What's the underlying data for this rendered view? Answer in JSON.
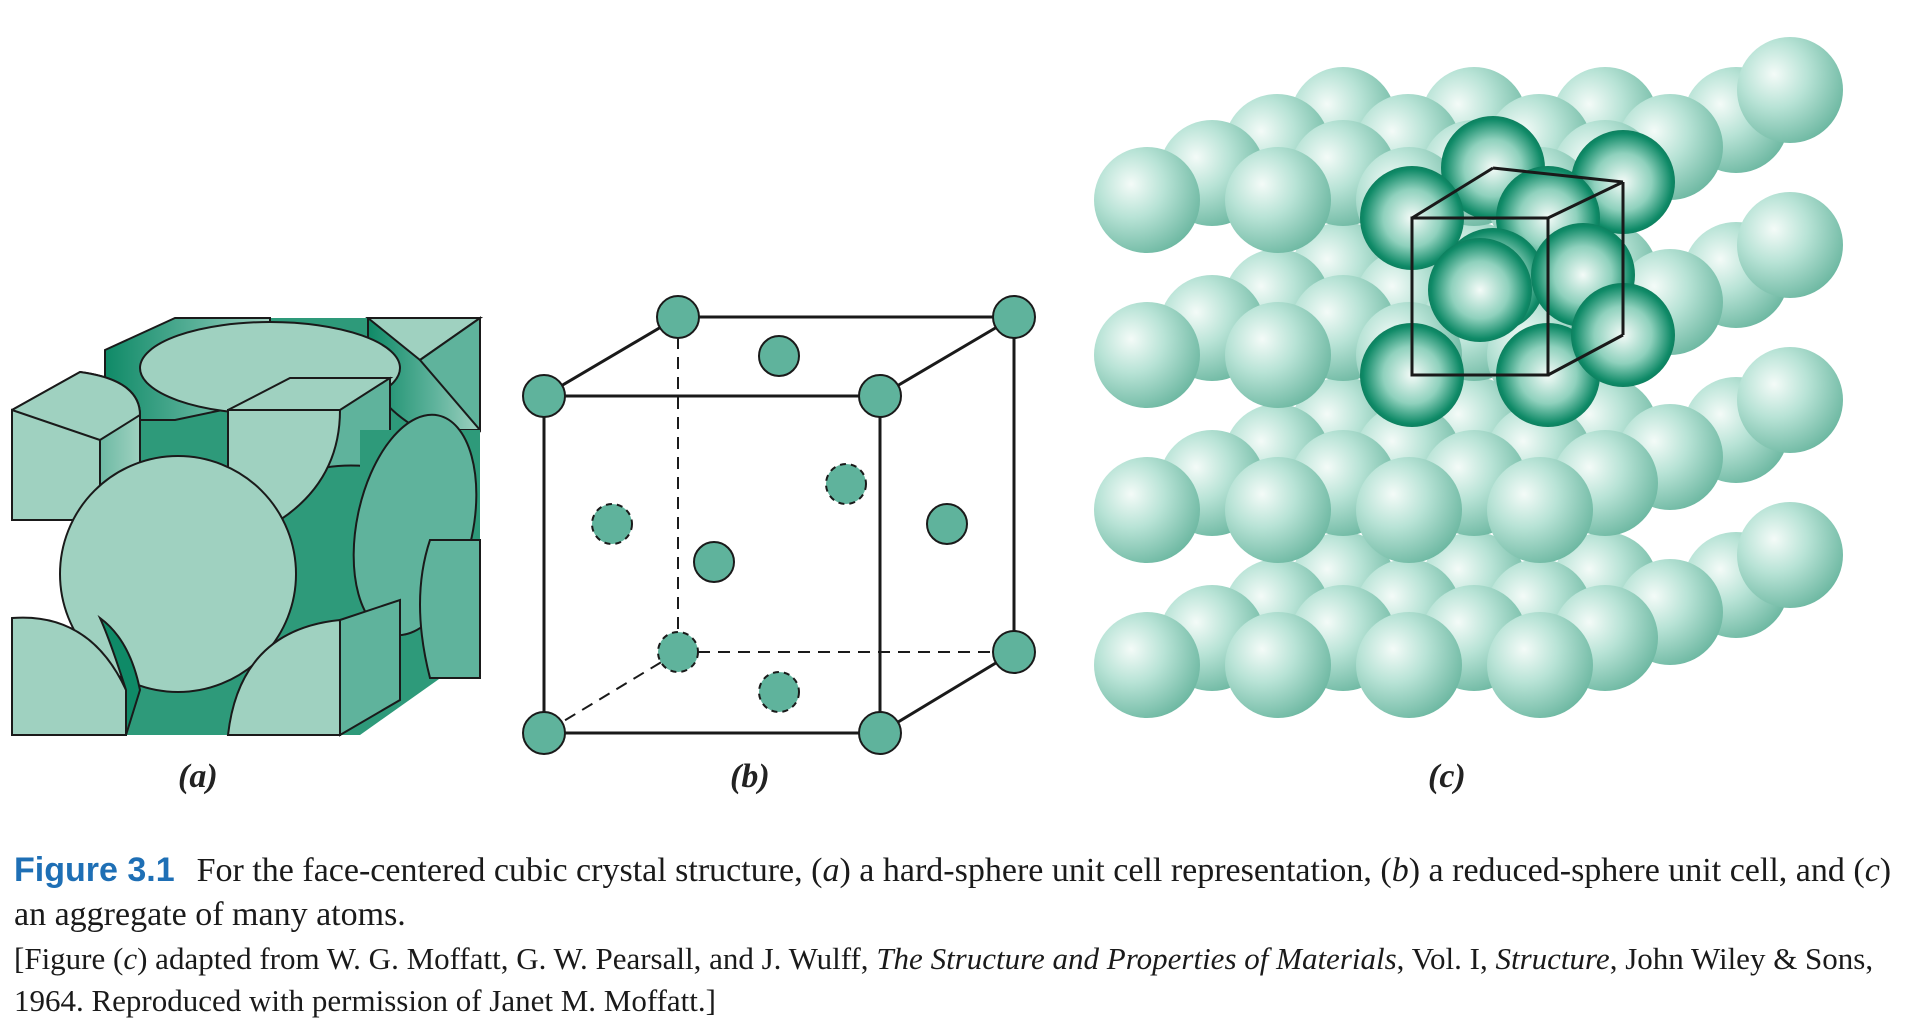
{
  "panels": {
    "a_label": "(a)",
    "b_label": "(b)",
    "c_label": "(c)"
  },
  "caption": {
    "figure_number": "Figure 3.1",
    "text_1": "For the face-centered cubic crystal structure, (",
    "ref_a": "a",
    "text_2": ") a hard-sphere unit cell representation, (",
    "ref_b": "b",
    "text_3": ") a reduced-sphere unit cell, and (",
    "ref_c": "c",
    "text_4": ") an aggregate of many atoms."
  },
  "credit": {
    "text_1": "[Figure (",
    "ref_c": "c",
    "text_2": ") adapted from W. G. Moffatt, G. W. Pearsall, and J. Wulff, ",
    "book_title": "The Structure and Properties of Materials",
    "text_3": ", Vol. I, ",
    "volume_title": "Structure",
    "text_4": ", John Wiley & Sons, 1964. Reproduced with permission of Janet M. Moffatt.]"
  },
  "colors": {
    "sphere_fill": "#5fb39c",
    "sphere_dark": "#0f8a67",
    "cut_face": "#9fd1c0",
    "aggregate_light": "#a9dccd",
    "accent_blue": "#1e6fb5"
  }
}
